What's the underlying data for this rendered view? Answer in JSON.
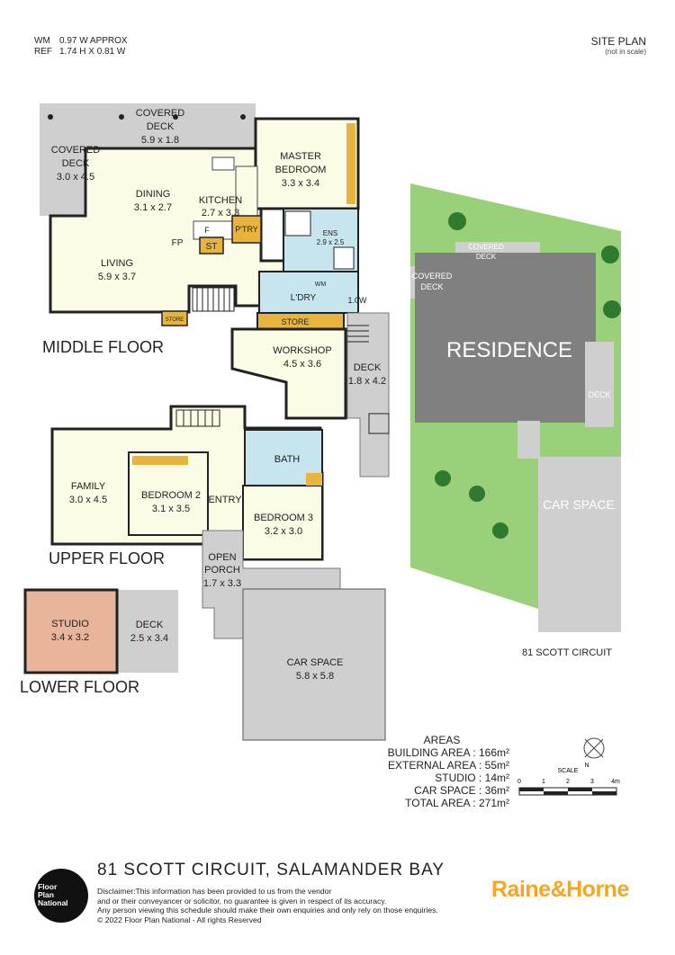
{
  "header": {
    "wm_label": "WM",
    "wm_value": "0.97 W APPROX",
    "ref_label": "REF",
    "ref_value": "1.74 H X 0.81 W",
    "site_plan_title": "SITE PLAN",
    "site_plan_note": "(not in scale)"
  },
  "floors": {
    "middle": "MIDDLE FLOOR",
    "upper": "UPPER FLOOR",
    "lower": "LOWER FLOOR"
  },
  "rooms": {
    "covered_deck_top": {
      "name": "COVERED",
      "name2": "DECK",
      "size": "5.9 x 1.8"
    },
    "covered_deck_left": {
      "name": "COVERED",
      "name2": "DECK",
      "size": "3.0 x 4.5"
    },
    "dining": {
      "name": "DINING",
      "size": "3.1 x 2.7"
    },
    "kitchen": {
      "name": "KITCHEN",
      "size": "2.7 x 3.3"
    },
    "master": {
      "name": "MASTER",
      "name2": "BEDROOM",
      "size": "3.3 x 3.4"
    },
    "ens": {
      "name": "ENS",
      "size": "2.9 x 2.5"
    },
    "living": {
      "name": "LIVING",
      "size": "5.9 x 3.7"
    },
    "pantry": "P'TRY",
    "st": "ST",
    "fp": "FP",
    "f": "F",
    "wm": "WM",
    "ldry": "L'DRY",
    "store_small": "STORE",
    "store": "STORE",
    "workshop": {
      "name": "WORKSHOP",
      "size": "4.5 x 3.6"
    },
    "deck_middle": {
      "name": "DECK",
      "size": "1.8 x 4.2"
    },
    "width_note": "1.0W",
    "family": {
      "name": "FAMILY",
      "size": "3.0 x 4.5"
    },
    "bedroom2": {
      "name": "BEDROOM 2",
      "size": "3.1 x 3.5"
    },
    "entry": "ENTRY",
    "bath": "BATH",
    "bedroom3": {
      "name": "BEDROOM 3",
      "size": "3.2 x 3.0"
    },
    "open_porch": {
      "name": "OPEN",
      "name2": "PORCH",
      "size": "1.7 x 3.3"
    },
    "car_space": {
      "name": "CAR SPACE",
      "size": "5.8 x 5.8"
    },
    "studio": {
      "name": "STUDIO",
      "size": "3.4 x 3.2"
    },
    "deck_lower": {
      "name": "DECK",
      "size": "2.5 x 3.4"
    }
  },
  "site": {
    "residence": "RESIDENCE",
    "covered_deck_a": "COVERED",
    "covered_deck_a2": "DECK",
    "covered_deck_b": "COVERED",
    "covered_deck_b2": "DECK",
    "deck": "DECK",
    "car_space": "CAR SPACE",
    "address": "81 SCOTT CIRCUIT"
  },
  "areas": {
    "heading": "AREAS",
    "rows": [
      {
        "label": "BUILDING AREA :",
        "value": "166m²"
      },
      {
        "label": "EXTERNAL AREA :",
        "value": "55m²"
      },
      {
        "label": "STUDIO :",
        "value": "14m²"
      },
      {
        "label": "CAR SPACE :",
        "value": "36m²"
      },
      {
        "label": "TOTAL AREA :",
        "value": "271m²"
      }
    ]
  },
  "scale": {
    "label": "SCALE",
    "north": "N",
    "ticks": [
      "0",
      "1",
      "2",
      "3",
      "4m"
    ]
  },
  "footer": {
    "address": "81 SCOTT CIRCUIT, SALAMANDER BAY",
    "disclaimer_1": "Disclaimer:This information has been provided to us from the vendor",
    "disclaimer_2": "and or their conveyancer or solicitor, no guarantee is given in respect of its accuracy.",
    "disclaimer_3": "Any person viewing this schedule should make their own enquiries and only rely on those enquiries.",
    "disclaimer_4": "© 2022 Floor Plan National - All rights Reserved",
    "logo_1": "Floor",
    "logo_2": "Plan",
    "logo_3": "National",
    "brand": "Raine&Horne"
  },
  "colors": {
    "interior": "#fbfbe6",
    "deck": "#cfcfcf",
    "wet": "#c6e5ef",
    "storage": "#e9b43e",
    "studio": "#e8b49a",
    "lawn": "#9bd07b",
    "residence": "#808080",
    "brand": "#f5a623"
  }
}
